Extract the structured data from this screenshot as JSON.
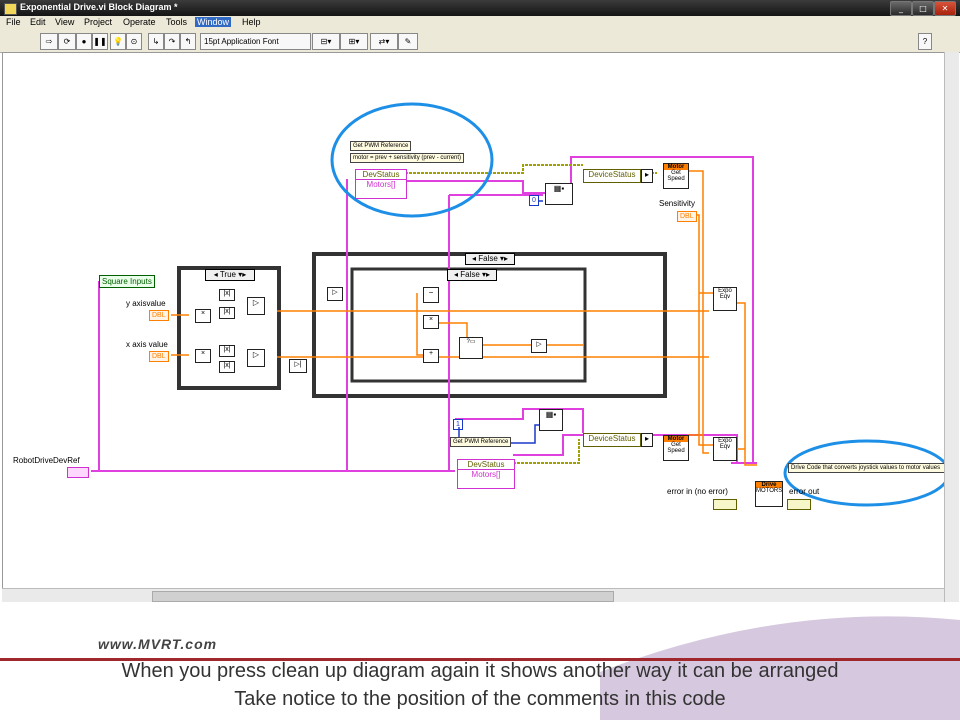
{
  "window": {
    "title": "Exponential Drive.vi Block Diagram *"
  },
  "menu": [
    "File",
    "Edit",
    "View",
    "Project",
    "Operate",
    "Tools",
    "Window",
    "Help"
  ],
  "menu_selected": "Window",
  "toolbar": {
    "font_select": "15pt Application Font"
  },
  "diagram": {
    "comment_pwm_1": "Get PWM Reference",
    "comment_formula": "motor = prev + sensitivity (prev - current)",
    "comment_pwm_2": "Get PWM Reference",
    "comment_drive": "Drive Code that converts joystick values to motor values",
    "devstatus_top": "DevStatus",
    "motors_top": "Motors[]",
    "devstatus_bottom": "DevStatus",
    "motors_bottom": "Motors[]",
    "device_status_1": "DeviceStatus",
    "device_status_2": "DeviceStatus",
    "motor_1": "Motor",
    "motor_1_sub": "Get Speed",
    "motor_2": "Motor",
    "motor_2_sub": "Get Speed",
    "sensitivity_label": "Sensitivity",
    "dbl": "DBL",
    "square_inputs": "Square Inputs",
    "y_axis": "y axisvalue",
    "x_axis": "x axis value",
    "case_true": "True",
    "case_false_outer": "False",
    "case_false_inner": "False",
    "expo_1": "Expo Eqv",
    "expo_2": "Expo Eqv",
    "robot_ref": "RobotDriveDevRef",
    "error_in": "error in (no error)",
    "error_out": "error out",
    "drive": "Drive",
    "motors_sub": "MOTORS",
    "index_0": "0",
    "index_1": "1"
  },
  "footer": {
    "logo": "www.MVRT.com",
    "caption_1": "When you press clean up diagram again it shows another way it can be arranged",
    "caption_2": "Take notice to the position of the comments in this code"
  },
  "colors": {
    "wire_pink": "#e040e0",
    "wire_orange": "#ff8000",
    "wire_olive": "#a0a000",
    "highlight_circle": "#1e8fe6",
    "footer_bar": "#a0282c"
  }
}
